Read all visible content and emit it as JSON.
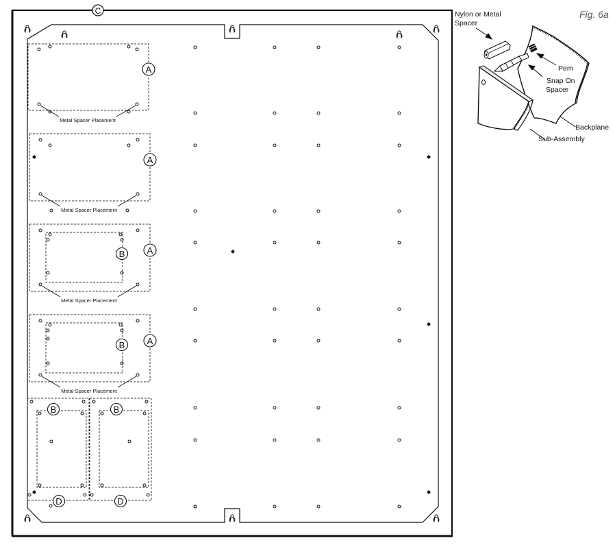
{
  "figure_label": "Fig. 6a",
  "panel": {
    "callout_c": "C",
    "spacer_placement_label": "Metal Spacer Placement",
    "callout_a": "A",
    "callout_b": "B",
    "callout_d": "D"
  },
  "inset": {
    "nylon_spacer_line1": "Nylon or Metal",
    "nylon_spacer_line2": "Spacer",
    "pem": "Pem",
    "snap_spacer_line1": "Snap On",
    "snap_spacer_line2": "Spacer",
    "backplane": "Backplane",
    "sub_assembly": "Sub-Assembly"
  },
  "colors": {
    "line": "#1a1a1a",
    "dashed": "#333333"
  }
}
